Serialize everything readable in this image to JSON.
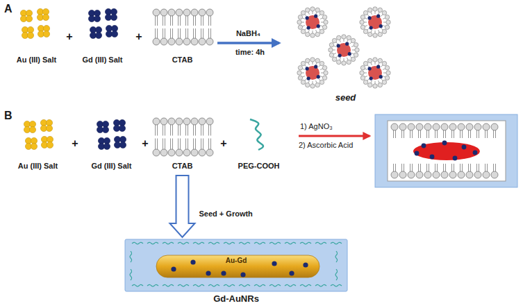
{
  "diagram": {
    "nodes": [
      {
        "text": [
          "Au (III) Salt"
        ]
      },
      {
        "text": [
          "Gd (III) Salt"
        ]
      },
      {
        "text": [
          "CTAB"
        ]
      },
      {
        "text": [
          "seed"
        ]
      },
      {
        "text": [
          "Au (III) Salt"
        ]
      },
      {
        "text": [
          "Gd (III) Salt"
        ]
      },
      {
        "text": [
          "CTAB"
        ]
      },
      {
        "text": [
          "PEG-COOH"
        ]
      },
      {
        "text": [
          "Au-Gd",
          "Gd-AuNRs"
        ]
      }
    ],
    "edges": [
      {
        "from": 2,
        "to": 3,
        "arrow": "to",
        "label": "NaBH₄"
      },
      {
        "from": 6,
        "to": 8,
        "arrow": "to",
        "label": "Seed + Growth"
      }
    ],
    "labels": [
      "A",
      "+",
      "+",
      "time: 4h",
      "B",
      "+",
      "+",
      "+",
      "1) AgNO₃",
      "2) Ascorbic Acid"
    ]
  }
}
